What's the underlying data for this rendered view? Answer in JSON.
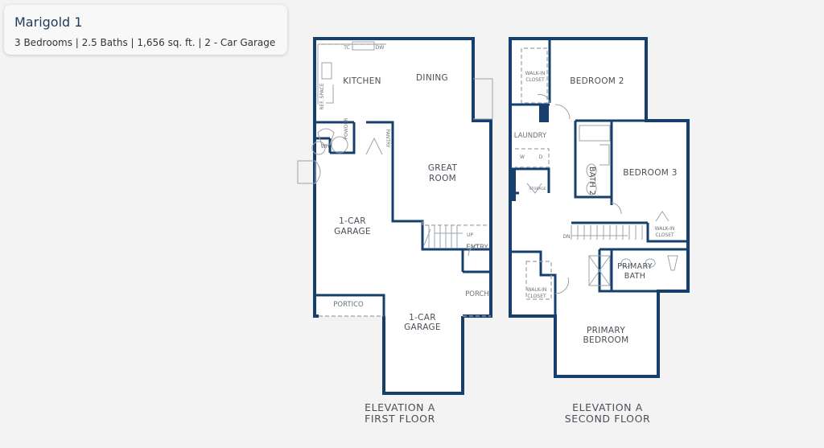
{
  "header": {
    "title": "Marigold 1",
    "subtitle": "3 Bedrooms | 2.5 Baths | 1,656 sq. ft. | 2 - Car Garage"
  },
  "first_floor": {
    "caption_line1": "ELEVATION A",
    "caption_line2": "FIRST FLOOR",
    "rooms": {
      "kitchen": "KITCHEN",
      "dining": "DINING",
      "great_room_1": "GREAT",
      "great_room_2": "ROOM",
      "garage1_1": "1-CAR",
      "garage1_2": "GARAGE",
      "garage2_1": "1-CAR",
      "garage2_2": "GARAGE",
      "portico": "PORTICO",
      "entry": "ENTRY",
      "porch": "PORCH",
      "powder": "POWDER",
      "pantry": "PANTRY",
      "ref_space": "REF. SPACE",
      "wh": "WH",
      "tc": "TC",
      "dw": "DW",
      "up": "UP"
    }
  },
  "second_floor": {
    "caption_line1": "ELEVATION A",
    "caption_line2": "SECOND FLOOR",
    "rooms": {
      "walkin_closet_1": "WALK-IN",
      "walkin_closet_2": "CLOSET",
      "bedroom2": "BEDROOM 2",
      "laundry": "LAUNDRY",
      "bedroom3": "BEDROOM 3",
      "bath2": "BATH 2",
      "w": "W",
      "d": "D",
      "storage": "STORAGE",
      "primary_bath_1": "PRIMARY",
      "primary_bath_2": "BATH",
      "primary_bedroom_1": "PRIMARY",
      "primary_bedroom_2": "BEDROOM",
      "dn": "DN"
    }
  },
  "colors": {
    "wall": "#173f6e",
    "background": "#f3f3f3",
    "title": "#1f3b5a"
  }
}
